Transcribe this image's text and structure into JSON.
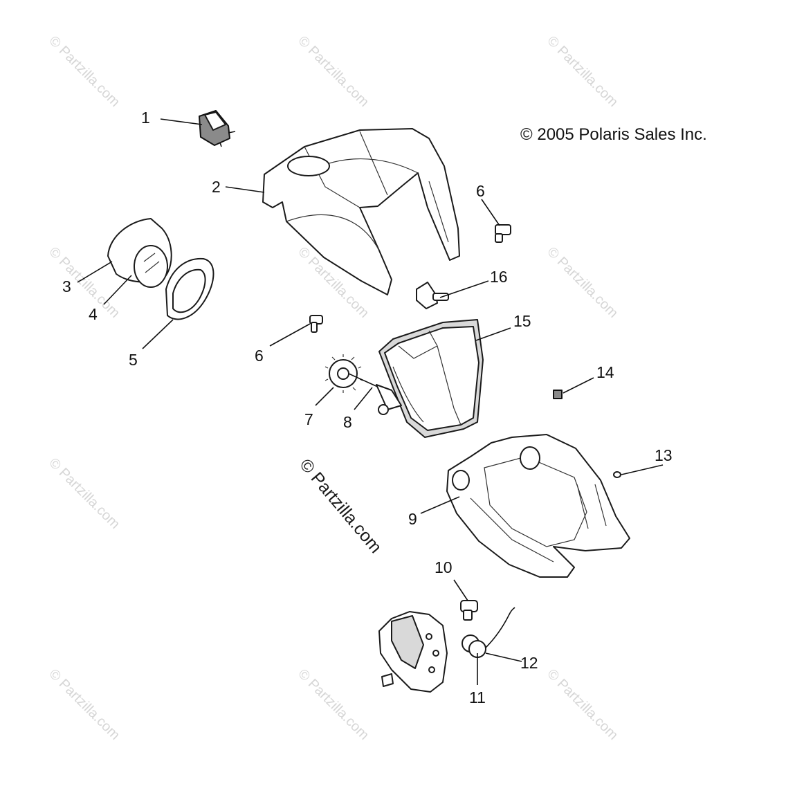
{
  "copyright": "© 2005 Polaris Sales Inc.",
  "watermark": "© Partzilla.com",
  "callouts": [
    {
      "id": "1",
      "label": "1"
    },
    {
      "id": "2",
      "label": "2"
    },
    {
      "id": "3",
      "label": "3"
    },
    {
      "id": "4",
      "label": "4"
    },
    {
      "id": "5",
      "label": "5"
    },
    {
      "id": "6a",
      "label": "6"
    },
    {
      "id": "6b",
      "label": "6"
    },
    {
      "id": "7",
      "label": "7"
    },
    {
      "id": "8",
      "label": "8"
    },
    {
      "id": "9",
      "label": "9"
    },
    {
      "id": "10",
      "label": "10"
    },
    {
      "id": "11",
      "label": "11"
    },
    {
      "id": "12",
      "label": "12"
    },
    {
      "id": "13",
      "label": "13"
    },
    {
      "id": "14",
      "label": "14"
    },
    {
      "id": "15",
      "label": "15"
    },
    {
      "id": "16",
      "label": "16"
    }
  ]
}
